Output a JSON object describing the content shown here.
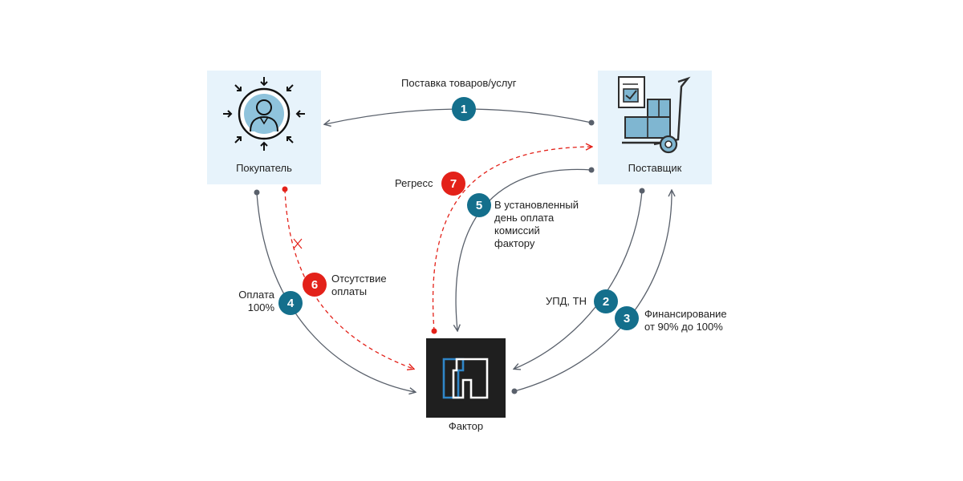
{
  "nodes": {
    "buyer": {
      "label": "Покупатель",
      "icon": "buyer-person-icon"
    },
    "supplier": {
      "label": "Поставщик",
      "icon": "supplier-cart-icon"
    },
    "factor": {
      "label": "Фактор",
      "icon": "factor-logo-icon"
    }
  },
  "steps": [
    {
      "number": "1",
      "label": "Поставка  товаров/услуг",
      "color": "#146f8c"
    },
    {
      "number": "2",
      "label": "УПД, ТН",
      "color": "#146f8c"
    },
    {
      "number": "3",
      "label": "Финансирование\nот 90% до 100%",
      "color": "#146f8c"
    },
    {
      "number": "4",
      "label": "Оплата\n100%",
      "color": "#146f8c"
    },
    {
      "number": "5",
      "label": "В установленный\nдень оплата\nкомиссий\nфактору",
      "color": "#146f8c"
    },
    {
      "number": "6",
      "label": "Отсутствие\nоплаты",
      "color": "#e32119"
    },
    {
      "number": "7",
      "label": "Регресс",
      "color": "#e32119"
    }
  ],
  "colors": {
    "box_fill": "#e7f3fb",
    "line": "#59606b",
    "blue": "#146f8c",
    "red": "#e32119",
    "factor_fill": "#1f1f1f"
  }
}
